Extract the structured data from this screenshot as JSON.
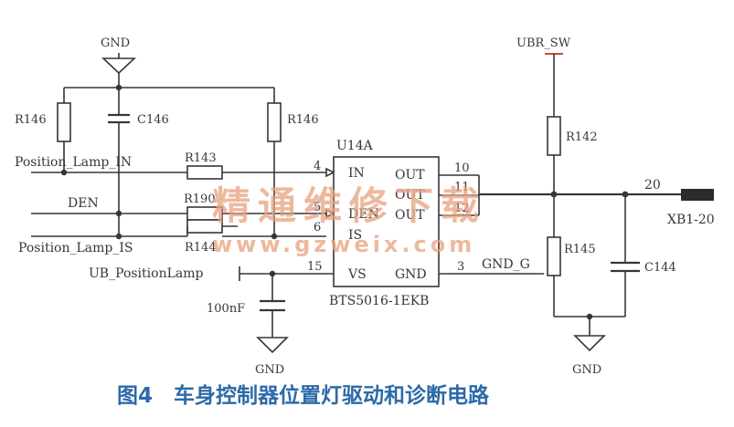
{
  "nets": {
    "gnd_label": "GND",
    "ubr_sw": "UBR_SW",
    "position_lamp_in": "Position_Lamp_IN",
    "den": "DEN",
    "position_lamp_is": "Position_Lamp_IS",
    "ub_position_lamp": "UB_PositionLamp",
    "gnd_g": "GND_G",
    "connector": "XB1-20",
    "connector_pin": "20"
  },
  "components": {
    "r146_left": "R146",
    "c146": "C146",
    "r146_right": "R146",
    "r143": "R143",
    "r190": "R190",
    "r144": "R144",
    "r142": "R142",
    "r145": "R145",
    "c144": "C144",
    "cap_100nf": "100nF"
  },
  "ic": {
    "ref": "U14A",
    "part": "BTS5016-1EKB",
    "pins": {
      "in": "IN",
      "den": "DEN",
      "is": "IS",
      "vs": "VS",
      "out1": "OUT",
      "out2": "OUT",
      "out3": "OUT",
      "gnd": "GND"
    },
    "pin_numbers": {
      "in": "4",
      "den": "5",
      "is": "6",
      "vs": "15",
      "out1": "10",
      "out2": "11",
      "out3": "12",
      "gnd": "3"
    }
  },
  "watermark": {
    "cn": "精通维修下载",
    "url": "www.gzweix.com"
  },
  "caption": "图4　车身控制器位置灯驱动和诊断电路",
  "colors": {
    "ink": "#3a3438",
    "caption": "#2d6aa8",
    "watermark": "#e8a27e",
    "power_marker": "#d0463c"
  }
}
